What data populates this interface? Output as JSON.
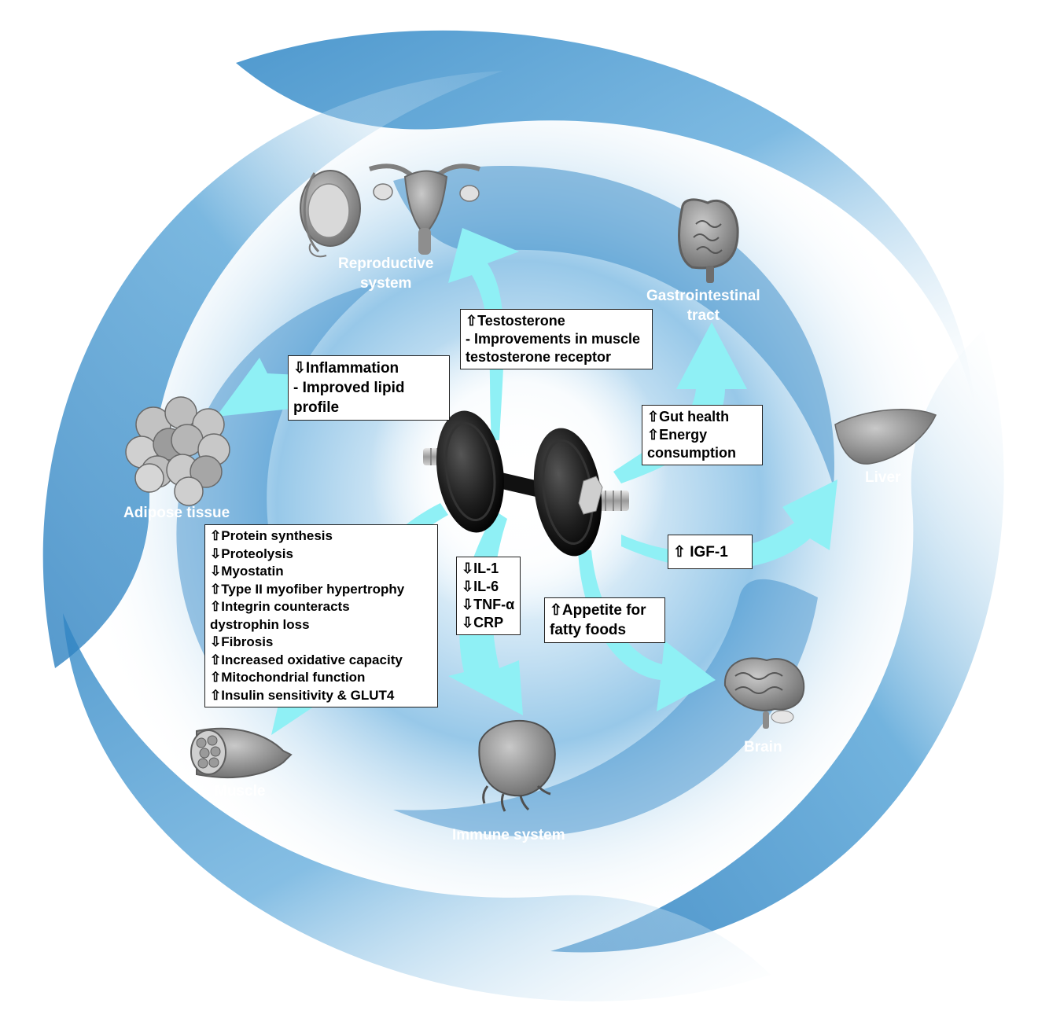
{
  "colors": {
    "swirl_dark": "#3d8fcb",
    "swirl_light": "#cfe6f5",
    "arrow": "#8ff0f5",
    "label_text": "#ffffff",
    "organ_gray": "#8a8a8a"
  },
  "organs": {
    "reproductive": [
      "Reproductive",
      "system"
    ],
    "gastrointestinal": [
      "Gastrointestinal",
      "tract"
    ],
    "liver": "Liver",
    "adipose": "Adipose tissue",
    "brain": "Brain",
    "muscle": "Muscle",
    "immune": "Immune system"
  },
  "boxes": {
    "reproductive": [
      "⇧Testosterone",
      "- Improvements in muscle",
      "testosterone receptor"
    ],
    "adipose": [
      "⇩Inflammation",
      "- Improved lipid",
      "profile"
    ],
    "gut": [
      "⇧Gut health",
      "⇧Energy",
      "consumption"
    ],
    "liver": [
      "⇧ IGF-1"
    ],
    "brain": [
      "⇧Appetite for",
      "fatty foods"
    ],
    "immune": [
      "⇩IL-1",
      "⇩IL-6",
      "⇩TNF-α",
      "⇩CRP"
    ],
    "muscle": [
      "⇧Protein synthesis",
      "⇩Proteolysis",
      "⇩Myostatin",
      "⇧Type II myofiber hypertrophy",
      "⇧Integrin counteracts",
      "dystrophin loss",
      "⇩Fibrosis",
      "⇧Increased oxidative capacity",
      "⇧Mitochondrial function",
      "⇧Insulin sensitivity & GLUT4"
    ]
  },
  "icons": {
    "center": "dumbbell-icon",
    "reproductive": "reproductive-organs-icon",
    "gastrointestinal": "intestine-icon",
    "liver": "liver-icon",
    "adipose": "fat-cells-icon",
    "brain": "brain-icon",
    "muscle": "muscle-fiber-icon",
    "immune": "macrophage-icon"
  }
}
